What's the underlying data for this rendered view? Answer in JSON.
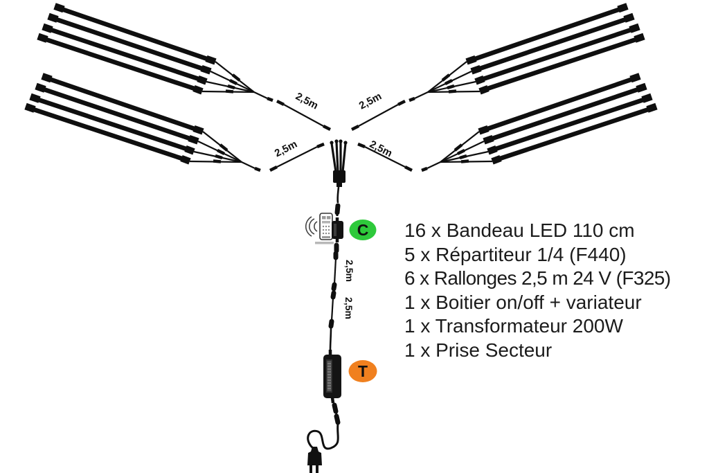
{
  "diagram_labels": {
    "ext_top_left": "2,5m",
    "ext_top_right": "2,5m",
    "ext_bottom_left": "2,5m",
    "ext_bottom_right": "2,5m",
    "seg_upper": "2,5m",
    "seg_lower": "2,5m"
  },
  "badges": {
    "controller": {
      "letter": "C",
      "bg": "#2ec93b"
    },
    "transformer": {
      "letter": "T",
      "bg": "#f0801f"
    }
  },
  "parts_list": {
    "items": [
      "16 x Bandeau LED 110 cm",
      "5 x Répartiteur 1/4 (F440)",
      "6 x Rallonges 2,5 m 24 V (F325)",
      "1 x Boitier on/off + variateur",
      "1 x Transformateur 200W",
      "1 x Prise Secteur"
    ]
  }
}
